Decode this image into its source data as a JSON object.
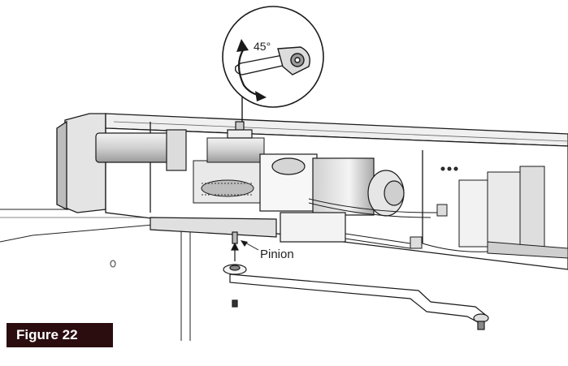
{
  "figure": {
    "label": "Figure 22",
    "label_background": "#2b0d10",
    "label_text_color": "#ffffff"
  },
  "callouts": {
    "rotation_angle": "45°",
    "pinion_label": "Pinion"
  },
  "icons": {
    "wrench": "wrench-icon",
    "rotation_arrow": "curved-double-arrow-icon"
  },
  "colors": {
    "line_art": "#1a1a1a",
    "shading": "#c8c8c8"
  }
}
